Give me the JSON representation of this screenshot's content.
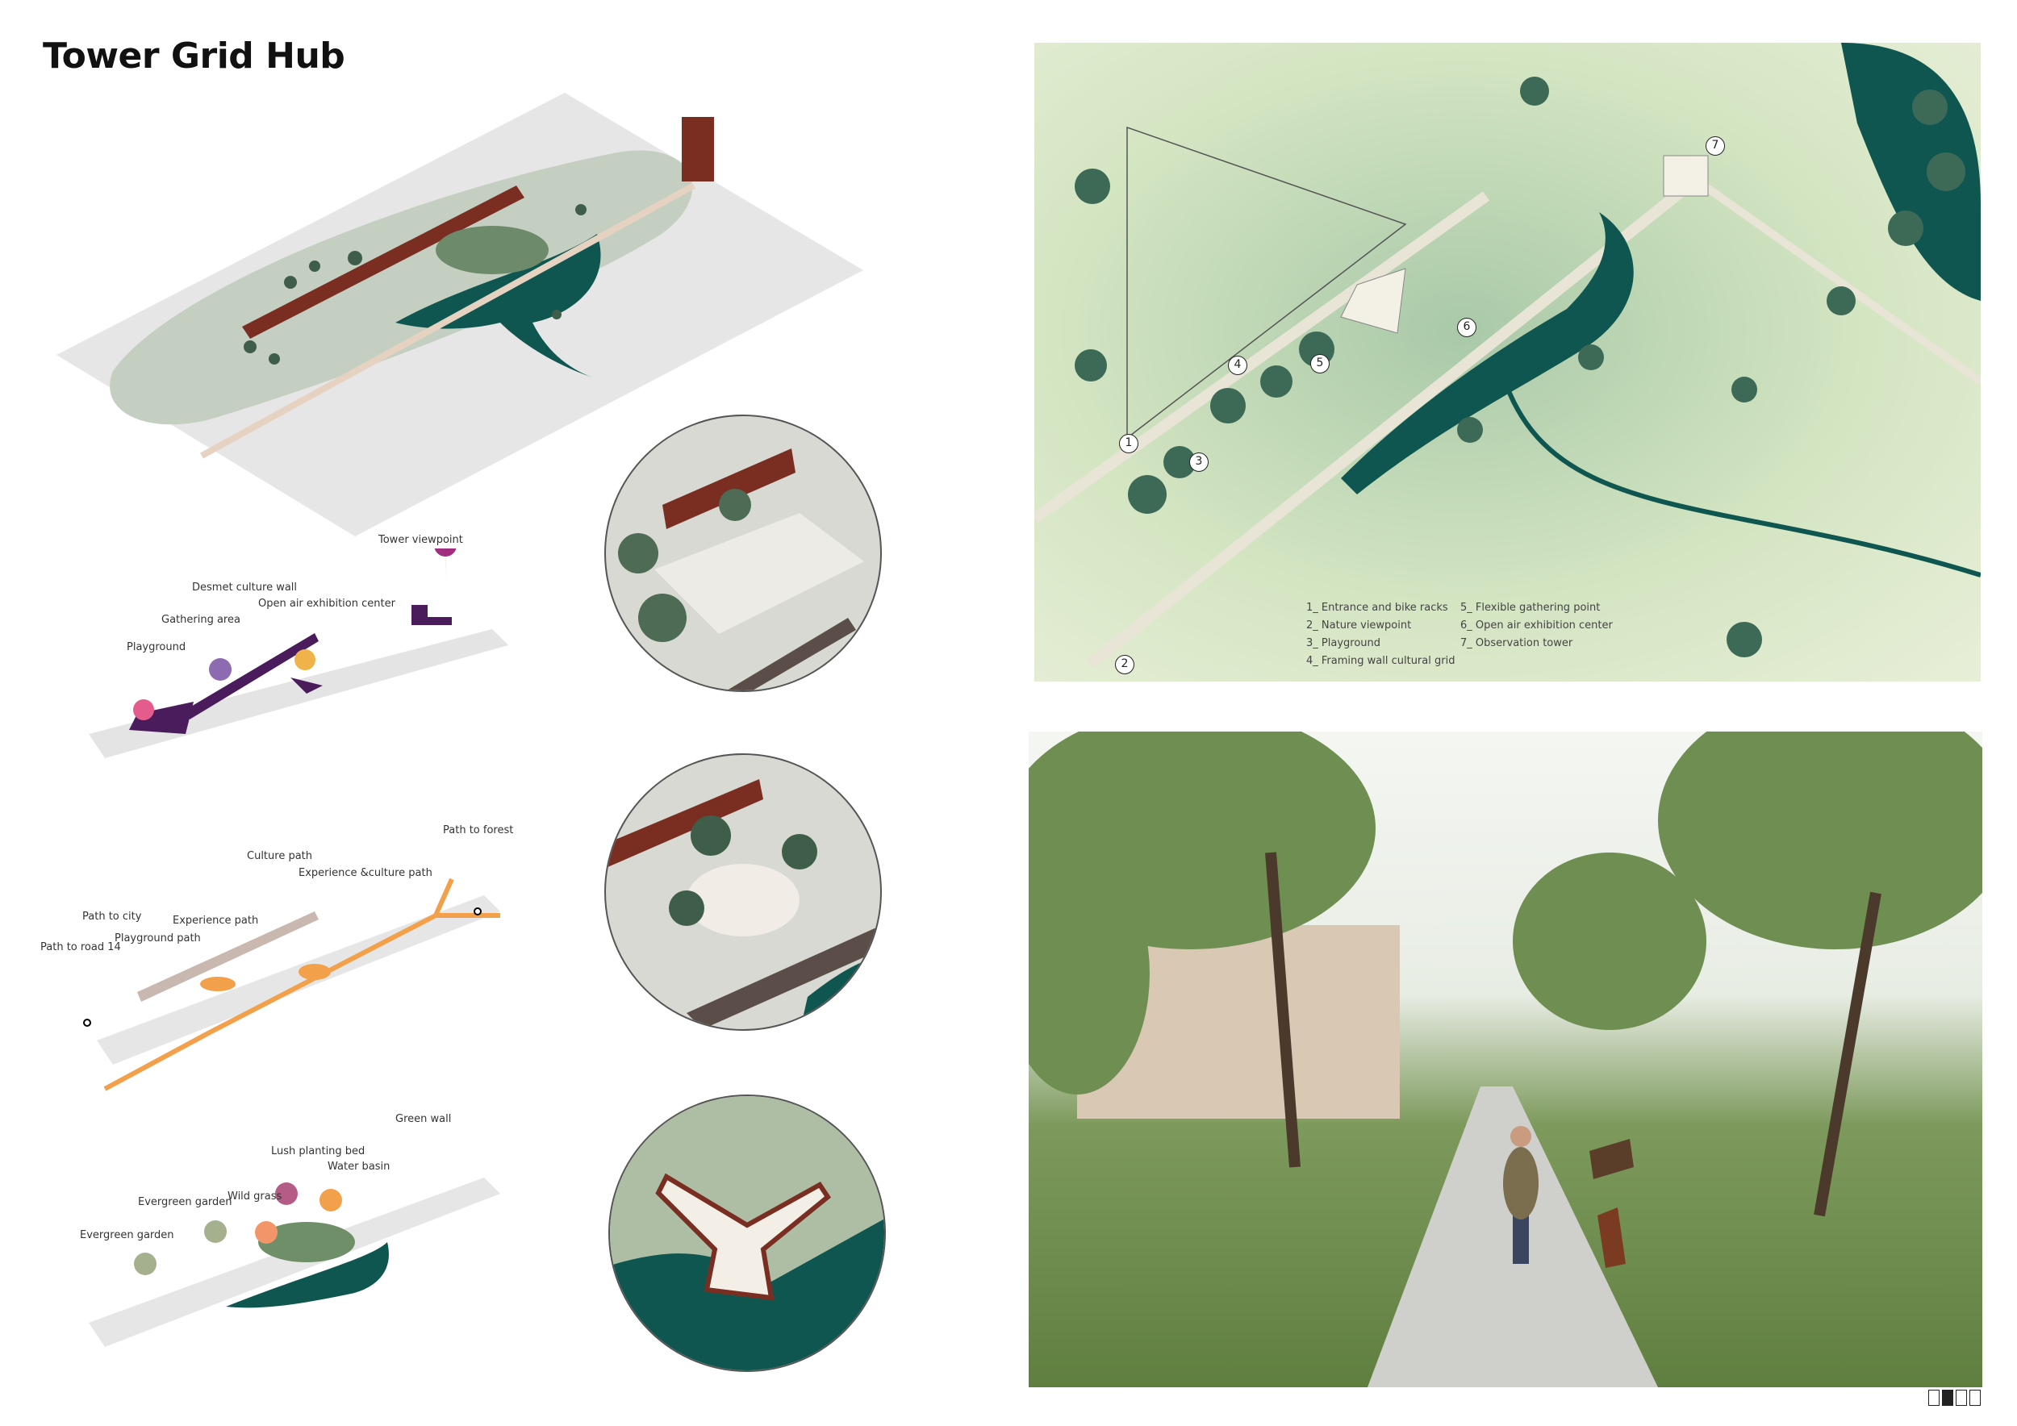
{
  "title": "Tower Grid Hub",
  "program_diagram": {
    "labels": [
      "Tower viewpoint",
      "Desmet culture wall",
      "Open air exhibition center",
      "Gathering area",
      "Playground"
    ]
  },
  "circulation_diagram": {
    "labels": [
      "Path to forest",
      "Culture path",
      "Experience &culture path",
      "Path to city",
      "Experience path",
      "Playground path",
      "Path to road 14"
    ]
  },
  "planting_diagram": {
    "labels": [
      "Green wall",
      "Lush planting bed",
      "Water basin",
      "Wild grass",
      "Evergreen garden",
      "Evergreen garden"
    ]
  },
  "site_plan": {
    "markers": [
      "1",
      "2",
      "3",
      "4",
      "5",
      "6",
      "7"
    ],
    "legend_col1": [
      "1_ Entrance and bike racks",
      "2_ Nature viewpoint",
      "3_ Playground",
      "4_ Framing wall cultural grid"
    ],
    "legend_col2": [
      "5_ Flexible gathering point",
      "6_ Open air exhibition center",
      "7_ Observation tower"
    ]
  },
  "pager": {
    "total": 4,
    "current": 2
  },
  "colors": {
    "water": "#0f5650",
    "wall": "#7a2e22",
    "purple": "#4a1c5c",
    "orange": "#f2a04a",
    "pink": "#e0407a"
  }
}
